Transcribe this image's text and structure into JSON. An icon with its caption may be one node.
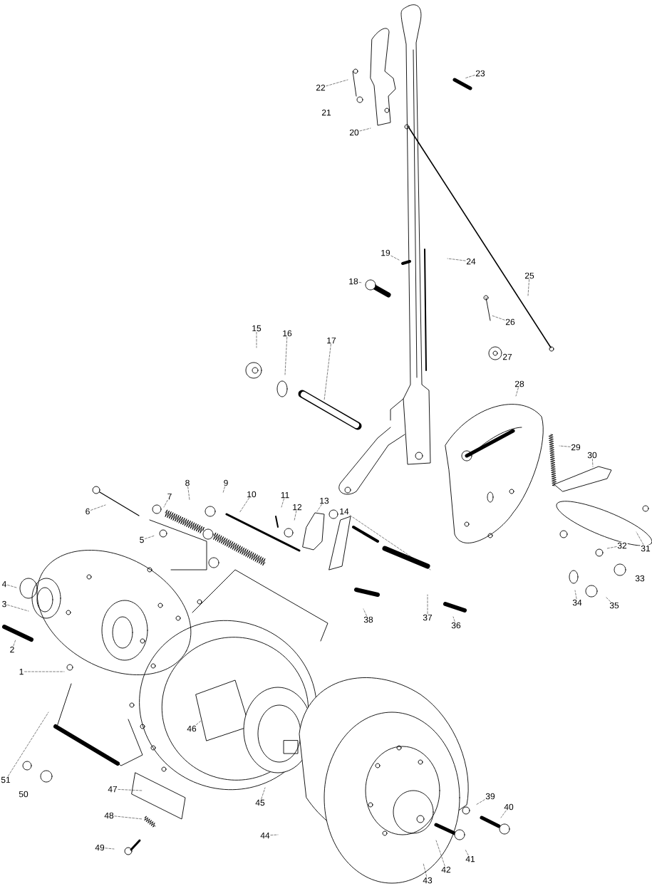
{
  "diagram": {
    "nodes": [
      {
        "text": [
          "1"
        ]
      },
      {
        "text": [
          "2"
        ]
      },
      {
        "text": [
          "3"
        ]
      },
      {
        "text": [
          "4"
        ]
      },
      {
        "text": [
          "5"
        ]
      },
      {
        "text": [
          "6"
        ]
      },
      {
        "text": [
          "7"
        ]
      },
      {
        "text": [
          "8"
        ]
      },
      {
        "text": [
          "9"
        ]
      },
      {
        "text": [
          "10"
        ]
      },
      {
        "text": [
          "11"
        ]
      },
      {
        "text": [
          "12"
        ]
      },
      {
        "text": [
          "13"
        ]
      },
      {
        "text": [
          "14"
        ]
      },
      {
        "text": [
          "15"
        ]
      },
      {
        "text": [
          "16"
        ]
      },
      {
        "text": [
          "17"
        ]
      },
      {
        "text": [
          "18"
        ]
      },
      {
        "text": [
          "19"
        ]
      },
      {
        "text": [
          "20"
        ]
      },
      {
        "text": [
          "21"
        ]
      },
      {
        "text": [
          "22"
        ]
      },
      {
        "text": [
          "23"
        ]
      },
      {
        "text": [
          "24"
        ]
      },
      {
        "text": [
          "25"
        ]
      },
      {
        "text": [
          "26"
        ]
      },
      {
        "text": [
          "27"
        ]
      },
      {
        "text": [
          "28"
        ]
      },
      {
        "text": [
          "29"
        ]
      },
      {
        "text": [
          "30"
        ]
      },
      {
        "text": [
          "31"
        ]
      },
      {
        "text": [
          "32"
        ]
      },
      {
        "text": [
          "33"
        ]
      },
      {
        "text": [
          "34"
        ]
      },
      {
        "text": [
          "35"
        ]
      },
      {
        "text": [
          "36"
        ]
      },
      {
        "text": [
          "37"
        ]
      },
      {
        "text": [
          "38"
        ]
      },
      {
        "text": [
          "39"
        ]
      },
      {
        "text": [
          "40"
        ]
      },
      {
        "text": [
          "41"
        ]
      },
      {
        "text": [
          "42"
        ]
      },
      {
        "text": [
          "43"
        ]
      },
      {
        "text": [
          "44"
        ]
      },
      {
        "text": [
          "45"
        ]
      },
      {
        "text": [
          "46"
        ]
      },
      {
        "text": [
          "47"
        ]
      },
      {
        "text": [
          "48"
        ]
      },
      {
        "text": [
          "49"
        ]
      },
      {
        "text": [
          "50"
        ]
      },
      {
        "text": [
          "51"
        ]
      }
    ],
    "edges": [
      {
        "from": 0,
        "to": null,
        "arrow": "none"
      },
      {
        "from": 1,
        "to": null,
        "arrow": "none"
      },
      {
        "from": 2,
        "to": null,
        "arrow": "none"
      },
      {
        "from": 3,
        "to": null,
        "arrow": "none"
      },
      {
        "from": 4,
        "to": null,
        "arrow": "none"
      },
      {
        "from": 5,
        "to": null,
        "arrow": "none"
      },
      {
        "from": 6,
        "to": null,
        "arrow": "none"
      },
      {
        "from": 7,
        "to": null,
        "arrow": "none"
      },
      {
        "from": 8,
        "to": null,
        "arrow": "none"
      },
      {
        "from": 9,
        "to": null,
        "arrow": "none"
      },
      {
        "from": 10,
        "to": null,
        "arrow": "none"
      },
      {
        "from": 11,
        "to": null,
        "arrow": "none"
      },
      {
        "from": 12,
        "to": null,
        "arrow": "none"
      },
      {
        "from": 13,
        "to": null,
        "arrow": "none"
      },
      {
        "from": 14,
        "to": null,
        "arrow": "none"
      },
      {
        "from": 15,
        "to": null,
        "arrow": "none"
      },
      {
        "from": 16,
        "to": null,
        "arrow": "none"
      },
      {
        "from": 17,
        "to": null,
        "arrow": "none"
      },
      {
        "from": 18,
        "to": null,
        "arrow": "none"
      },
      {
        "from": 19,
        "to": null,
        "arrow": "none"
      },
      {
        "from": 21,
        "to": null,
        "arrow": "none"
      },
      {
        "from": 22,
        "to": null,
        "arrow": "none"
      },
      {
        "from": 23,
        "to": null,
        "arrow": "none"
      },
      {
        "from": 24,
        "to": null,
        "arrow": "none"
      },
      {
        "from": 25,
        "to": null,
        "arrow": "none"
      },
      {
        "from": 27,
        "to": null,
        "arrow": "none"
      },
      {
        "from": 28,
        "to": null,
        "arrow": "none"
      },
      {
        "from": 29,
        "to": null,
        "arrow": "none"
      },
      {
        "from": 30,
        "to": null,
        "arrow": "none"
      },
      {
        "from": 31,
        "to": null,
        "arrow": "none"
      },
      {
        "from": 33,
        "to": null,
        "arrow": "none"
      },
      {
        "from": 34,
        "to": null,
        "arrow": "none"
      },
      {
        "from": 35,
        "to": null,
        "arrow": "none"
      },
      {
        "from": 36,
        "to": null,
        "arrow": "none"
      },
      {
        "from": 37,
        "to": null,
        "arrow": "none"
      },
      {
        "from": 38,
        "to": null,
        "arrow": "none"
      },
      {
        "from": 39,
        "to": null,
        "arrow": "none"
      },
      {
        "from": 40,
        "to": null,
        "arrow": "none"
      },
      {
        "from": 41,
        "to": null,
        "arrow": "none"
      },
      {
        "from": 42,
        "to": null,
        "arrow": "none"
      },
      {
        "from": 43,
        "to": null,
        "arrow": "none"
      },
      {
        "from": 44,
        "to": null,
        "arrow": "none"
      },
      {
        "from": 45,
        "to": null,
        "arrow": "none"
      },
      {
        "from": 46,
        "to": null,
        "arrow": "none"
      },
      {
        "from": 47,
        "to": null,
        "arrow": "none"
      },
      {
        "from": 48,
        "to": null,
        "arrow": "none"
      },
      {
        "from": 50,
        "to": null,
        "arrow": "none"
      }
    ]
  }
}
